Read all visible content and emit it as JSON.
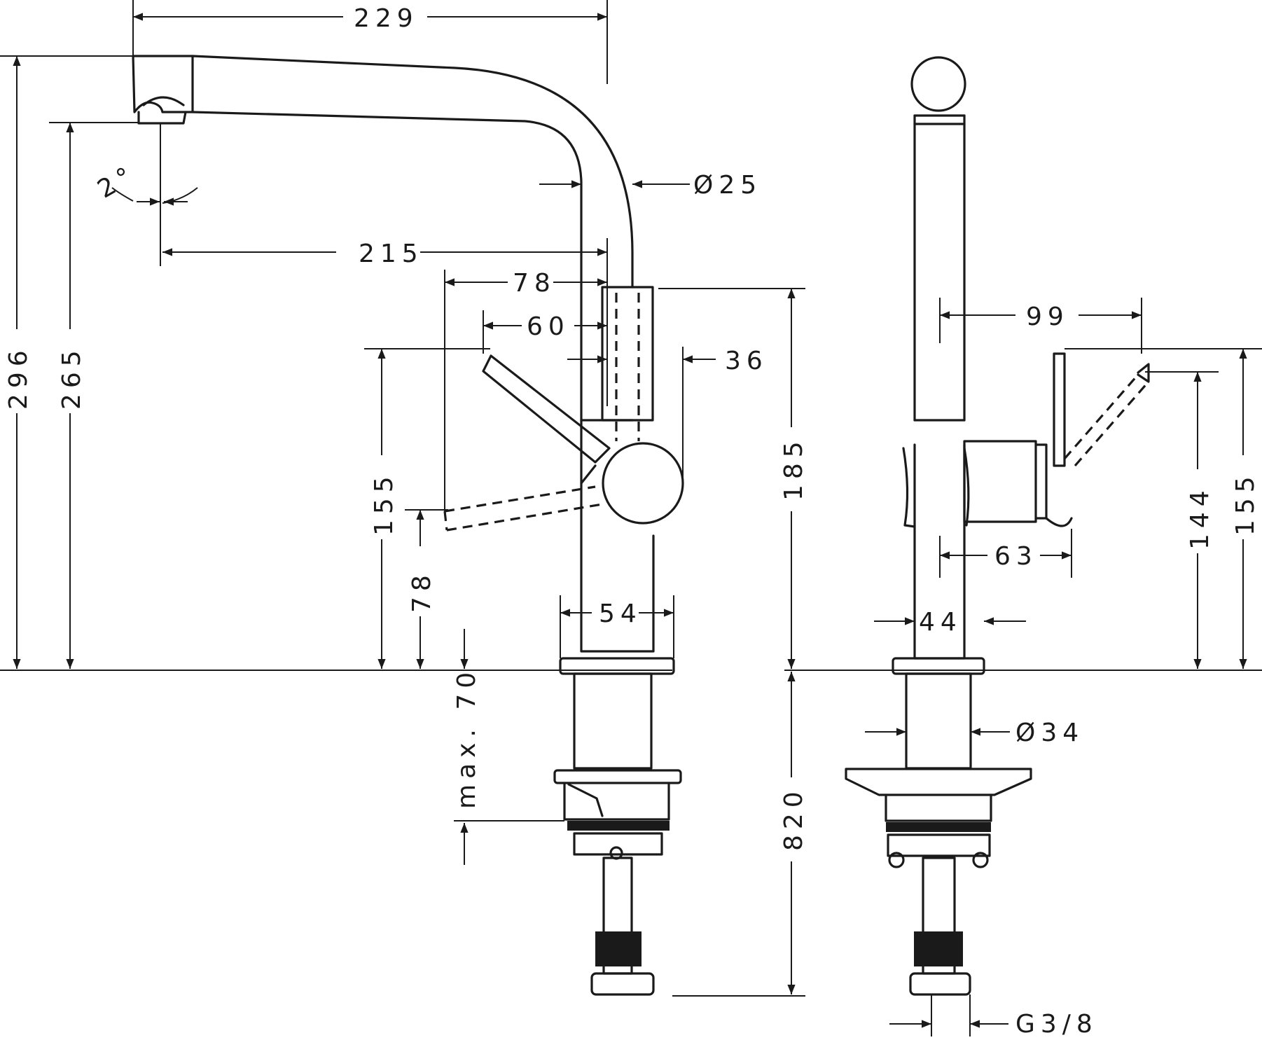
{
  "side_view": {
    "dim_229": "229",
    "dim_diam25": "Ø25",
    "dim_angle": "2°",
    "dim_215": "215",
    "dim_78_top": "78",
    "dim_60": "60",
    "dim_36": "36",
    "dim_296": "296",
    "dim_265": "265",
    "dim_155": "155",
    "dim_78_left": "78",
    "dim_185": "185",
    "dim_54": "54",
    "dim_max70": "max. 70",
    "dim_820": "820"
  },
  "front_view": {
    "dim_99": "99",
    "dim_63": "63",
    "dim_44": "44",
    "dim_144": "144",
    "dim_155": "155",
    "dim_diam34": "Ø34",
    "dim_g38": "G3/8"
  },
  "colors": {
    "line": "#1a1a1a",
    "background": "#ffffff"
  }
}
